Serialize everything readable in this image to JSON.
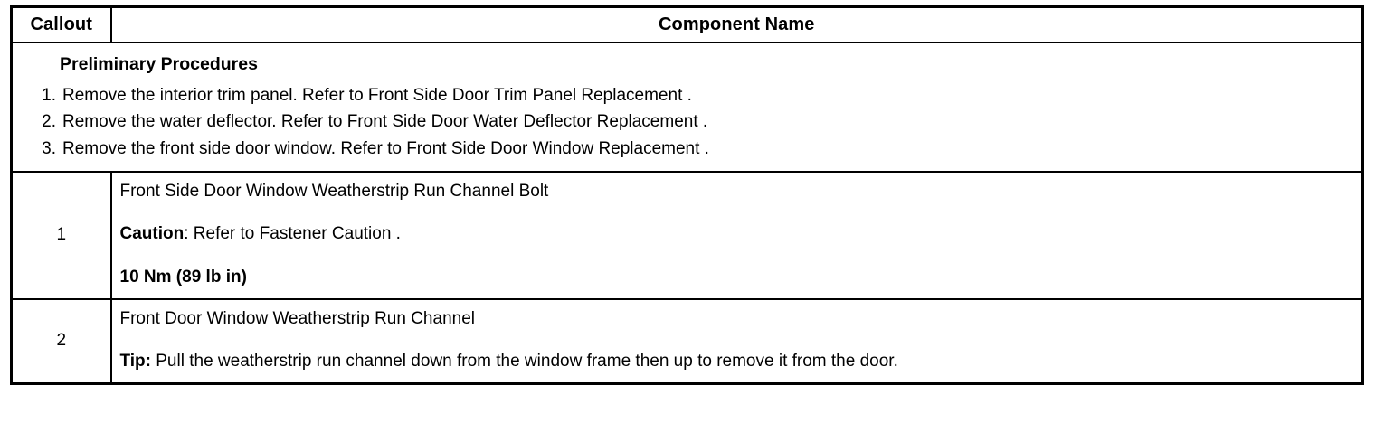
{
  "table": {
    "headers": {
      "callout": "Callout",
      "component_name": "Component Name"
    },
    "preliminary": {
      "title": "Preliminary Procedures",
      "steps": [
        {
          "num": "1.",
          "text": "Remove the interior trim panel. Refer to Front Side Door Trim Panel Replacement ."
        },
        {
          "num": "2.",
          "text": "Remove the water deflector. Refer to Front Side Door Water Deflector Replacement ."
        },
        {
          "num": "3.",
          "text": "Remove the front side door window. Refer to Front Side Door Window Replacement ."
        }
      ]
    },
    "rows": [
      {
        "callout": "1",
        "component": "Front Side Door Window Weatherstrip Run Channel Bolt",
        "note_label": "Caution",
        "note_sep": ":",
        "note_text": " Refer to Fastener Caution .",
        "torque": "10 Nm (89 lb in)"
      },
      {
        "callout": "2",
        "component": "Front Door Window Weatherstrip Run Channel",
        "note_label": "Tip:",
        "note_sep": "",
        "note_text": " Pull the weatherstrip run channel down from the window frame then up to remove it from the door.",
        "torque": ""
      }
    ]
  },
  "colors": {
    "border": "#000000",
    "text": "#000000",
    "background": "#ffffff"
  }
}
